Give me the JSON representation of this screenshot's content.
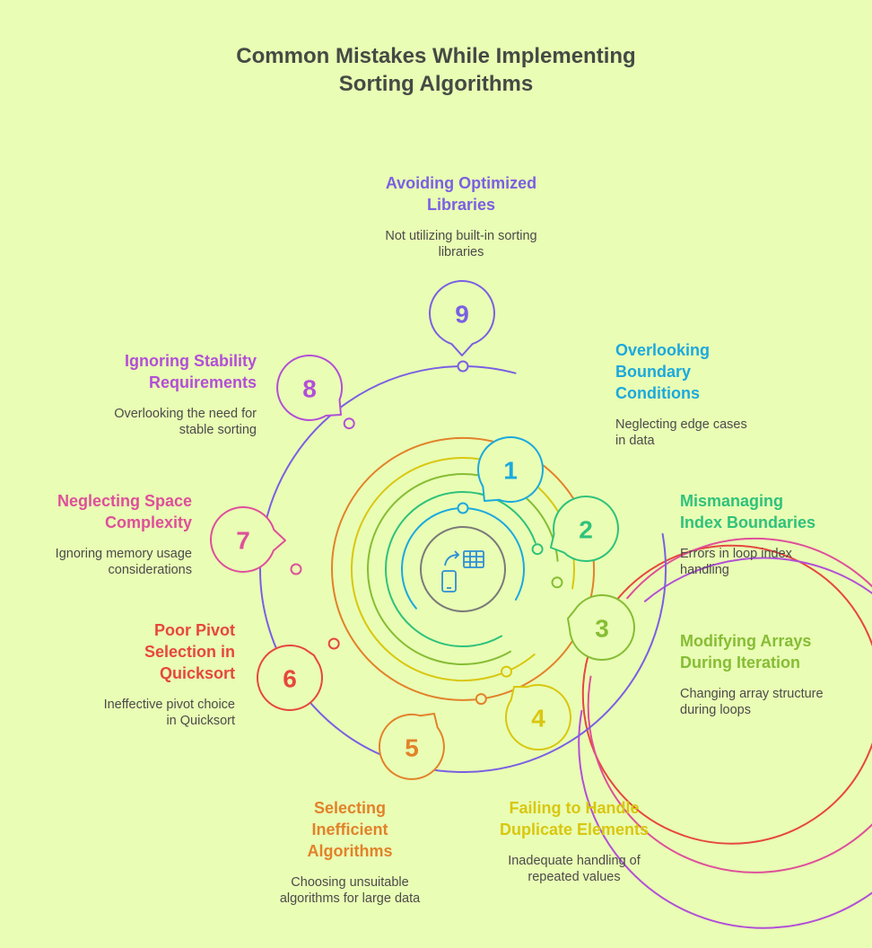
{
  "title": {
    "line1": "Common Mistakes While Implementing",
    "line2": "Sorting Algorithms"
  },
  "center_icon": "array-swap-icon",
  "items": [
    {
      "number": "1",
      "title_lines": [
        "Overlooking",
        "Boundary",
        "Conditions"
      ],
      "desc_lines": [
        "Neglecting edge cases",
        "in data"
      ],
      "color": "#1ba9de"
    },
    {
      "number": "2",
      "title_lines": [
        "Mismanaging",
        "Index Boundaries"
      ],
      "desc_lines": [
        "Errors in loop index",
        "handling"
      ],
      "color": "#2fc27b"
    },
    {
      "number": "3",
      "title_lines": [
        "Modifying Arrays",
        "During Iteration"
      ],
      "desc_lines": [
        "Changing array structure",
        "during loops"
      ],
      "color": "#86bd35"
    },
    {
      "number": "4",
      "title_lines": [
        "Failing to Handle",
        "Duplicate Elements"
      ],
      "desc_lines": [
        "Inadequate handling of",
        "repeated values"
      ],
      "color": "#d9c70f"
    },
    {
      "number": "5",
      "title_lines": [
        "Selecting",
        "Inefficient",
        "Algorithms"
      ],
      "desc_lines": [
        "Choosing unsuitable",
        "algorithms for large data"
      ],
      "color": "#e2822a"
    },
    {
      "number": "6",
      "title_lines": [
        "Poor Pivot",
        "Selection in",
        "Quicksort"
      ],
      "desc_lines": [
        "Ineffective pivot choice",
        "in Quicksort"
      ],
      "color": "#e6473f"
    },
    {
      "number": "7",
      "title_lines": [
        "Neglecting Space",
        "Complexity"
      ],
      "desc_lines": [
        "Ignoring memory usage",
        "considerations"
      ],
      "color": "#de4f9a"
    },
    {
      "number": "8",
      "title_lines": [
        "Ignoring Stability",
        "Requirements"
      ],
      "desc_lines": [
        "Overlooking the need for",
        "stable sorting"
      ],
      "color": "#b24fd6"
    },
    {
      "number": "9",
      "title_lines": [
        "Avoiding Optimized",
        "Libraries"
      ],
      "desc_lines": [
        "Not utilizing built-in sorting",
        "libraries"
      ],
      "color": "#7a5fe3"
    }
  ]
}
